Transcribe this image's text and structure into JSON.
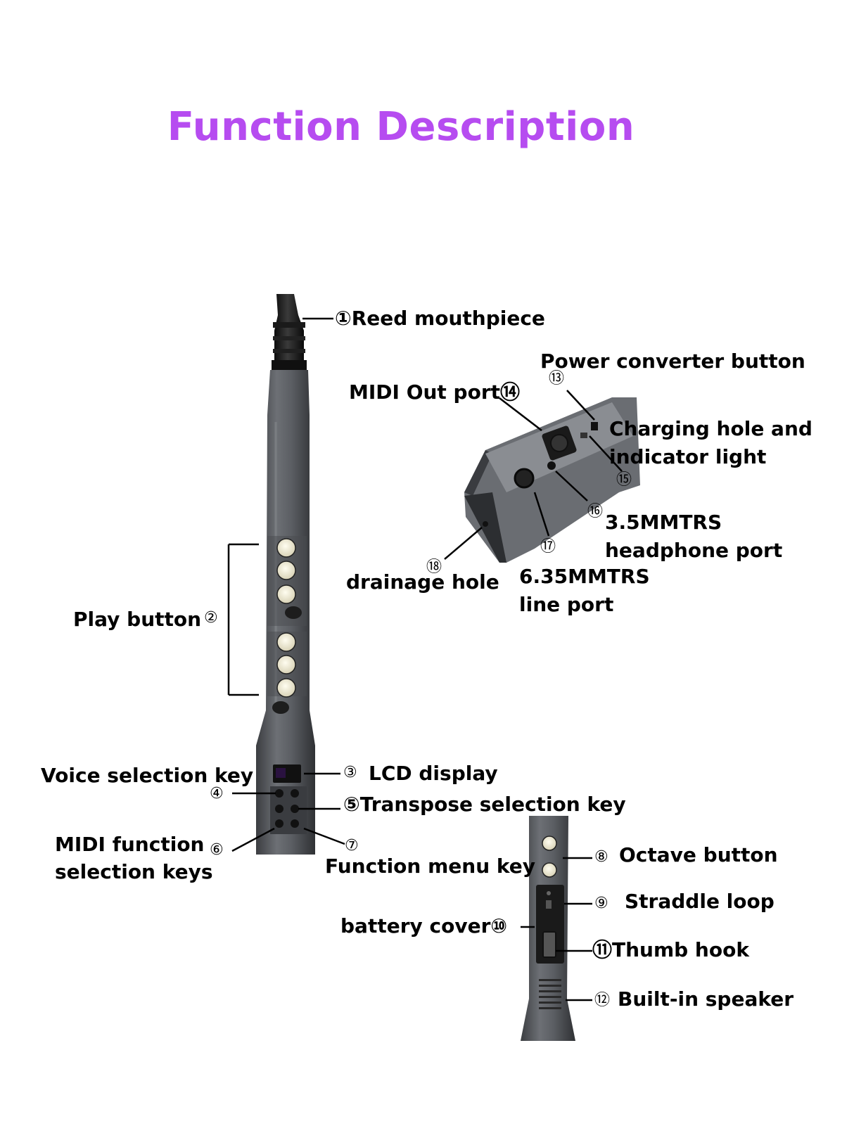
{
  "title": "Function Description",
  "title_color": "#b64cf0",
  "body_color": "#5a5d62",
  "labels": {
    "reed": "①Reed mouthpiece",
    "power": "Power converter button",
    "midi_out": "MIDI Out port⑭",
    "charging_1": "Charging hole and",
    "charging_2": "indicator light",
    "headphone_1": "3.5MMTRS",
    "headphone_2": "headphone port",
    "line_1": "6.35MMTRS",
    "line_2": "line port",
    "drainage": "drainage hole",
    "play": "Play button",
    "voice": "Voice selection key",
    "lcd": "LCD display",
    "transpose": "⑤Transpose selection key",
    "midi_func_1": "MIDI function",
    "midi_func_2": "selection keys",
    "menu": "Function menu key",
    "octave": "Octave button",
    "straddle": "Straddle loop",
    "battery": "battery cover⑩",
    "thumb": "⑪Thumb hook",
    "speaker": "Built-in speaker"
  },
  "numbers": {
    "n2": "②",
    "n3": "③",
    "n4": "④",
    "n6": "⑥",
    "n7": "⑦",
    "n8": "⑧",
    "n9": "⑨",
    "n12": "⑫",
    "n13": "⑬",
    "n15": "⑮",
    "n16": "⑯",
    "n17": "⑰",
    "n18": "⑱"
  }
}
